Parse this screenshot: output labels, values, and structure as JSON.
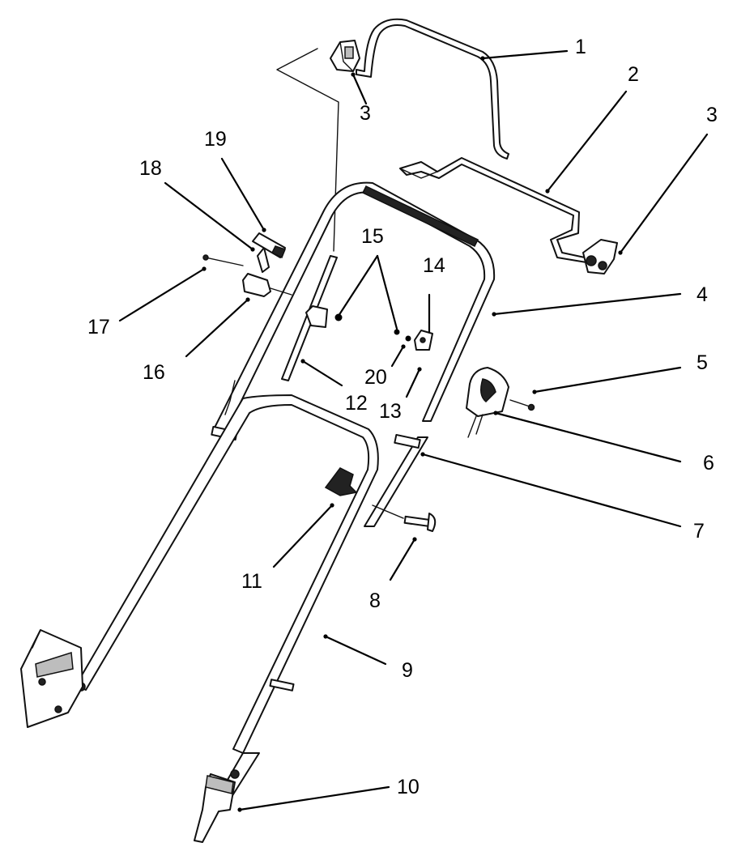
{
  "callouts": [
    {
      "id": "c1",
      "text": "1"
    },
    {
      "id": "c2",
      "text": "2"
    },
    {
      "id": "c3a",
      "text": "3"
    },
    {
      "id": "c3b",
      "text": "3"
    },
    {
      "id": "c4",
      "text": "4"
    },
    {
      "id": "c5",
      "text": "5"
    },
    {
      "id": "c6",
      "text": "6"
    },
    {
      "id": "c7",
      "text": "7"
    },
    {
      "id": "c8",
      "text": "8"
    },
    {
      "id": "c9",
      "text": "9"
    },
    {
      "id": "c10",
      "text": "10"
    },
    {
      "id": "c11",
      "text": "11"
    },
    {
      "id": "c12",
      "text": "12"
    },
    {
      "id": "c13",
      "text": "13"
    },
    {
      "id": "c14",
      "text": "14"
    },
    {
      "id": "c15",
      "text": "15"
    },
    {
      "id": "c16",
      "text": "16"
    },
    {
      "id": "c17",
      "text": "17"
    },
    {
      "id": "c18",
      "text": "18"
    },
    {
      "id": "c19",
      "text": "19"
    },
    {
      "id": "c20",
      "text": "20"
    }
  ]
}
